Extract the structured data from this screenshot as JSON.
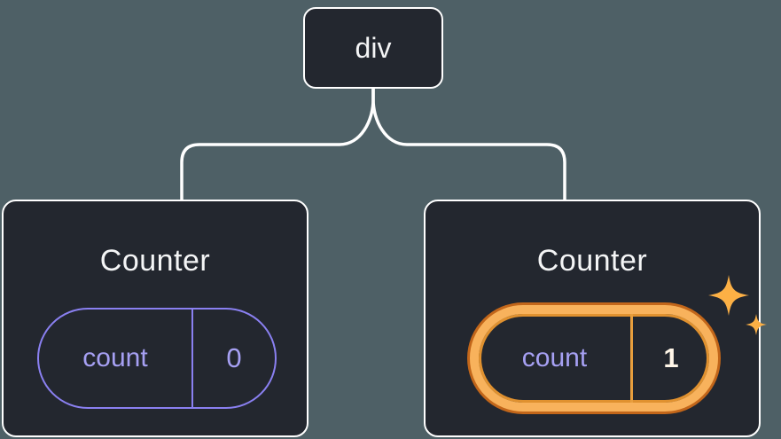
{
  "tree": {
    "root": {
      "label": "div"
    },
    "children": [
      {
        "title": "Counter",
        "state": {
          "label": "count",
          "value": "0"
        },
        "highlighted": false
      },
      {
        "title": "Counter",
        "state": {
          "label": "count",
          "value": "1"
        },
        "highlighted": true
      }
    ]
  },
  "icons": {
    "sparkles": "✦"
  },
  "colors": {
    "background": "#4e6066",
    "node_bg": "#23272f",
    "card_border": "#ffffff",
    "line_white": "#ffffff",
    "text_white": "#f4f5f6",
    "accent_purple": "#8a80f1",
    "accent_purple_text": "#a6a0f3",
    "band_orange": "#f8b25c",
    "deep_orange": "#c2661a",
    "inner_orange": "#e0912f",
    "divider_orange": "#e89e3d",
    "value_cream": "#fff6e8",
    "sparkle_gold": "#fcb045"
  }
}
